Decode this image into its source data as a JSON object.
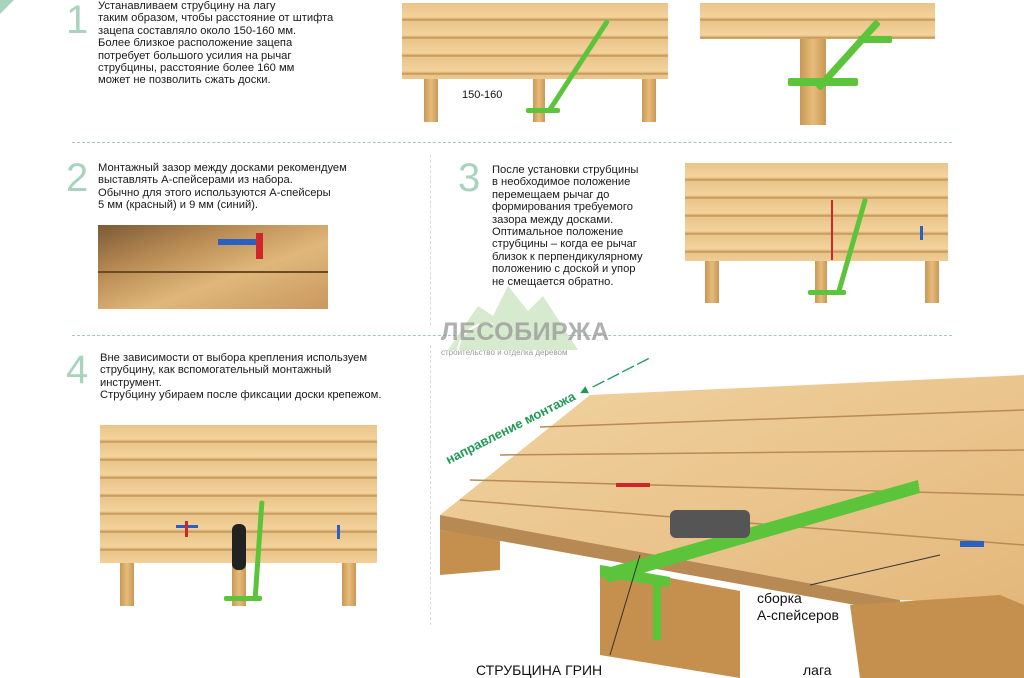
{
  "steps": [
    {
      "number": "1",
      "text": "Устанавливаем струбцину на лагу\nтаким образом, чтобы расстояние от штифта\nзацепа составляло около 150-160 мм.\nБолее близкое расположение зацепа\nпотребует большого усилия на рычаг\nструбцины, расстояние более 160 мм\nможет не позволить сжать доски."
    },
    {
      "number": "2",
      "text": "Монтажный зазор между досками рекомендуем\nвыставлять А-спейсерами из набора.\nОбычно для этого используются А-спейсеры\n5 мм (красный) и 9 мм (синий)."
    },
    {
      "number": "3",
      "text": "После установки струбцины\nв необходимое положение\nперемещаем рычаг до\nформирования требуемого\nзазора между досками.\nОптимальное положение\nструбцины – когда ее рычаг\nблизок к перпендикулярному\nположению с доской и упор\nне смещается обратно."
    },
    {
      "number": "4",
      "text": "Вне зависимости от выбора крепления используем\nструбцину, как вспомогательный монтажный\nинструмент.\nСтрубцину убираем после фиксации доски крепежом."
    }
  ],
  "labels": {
    "distance": "150-160",
    "spacers": "сборка\nА-спейсеров",
    "clamp": "СТРУБЦИНА ГРИН",
    "joist": "лага",
    "direction": "направление монтажа"
  },
  "watermark": {
    "name": "ЛЕСОБИРЖА",
    "tagline": "строительство и отделка деревом"
  },
  "colors": {
    "accent": "#a9d3bd",
    "clamp": "#5cc43a",
    "direction": "#1f9a55"
  }
}
